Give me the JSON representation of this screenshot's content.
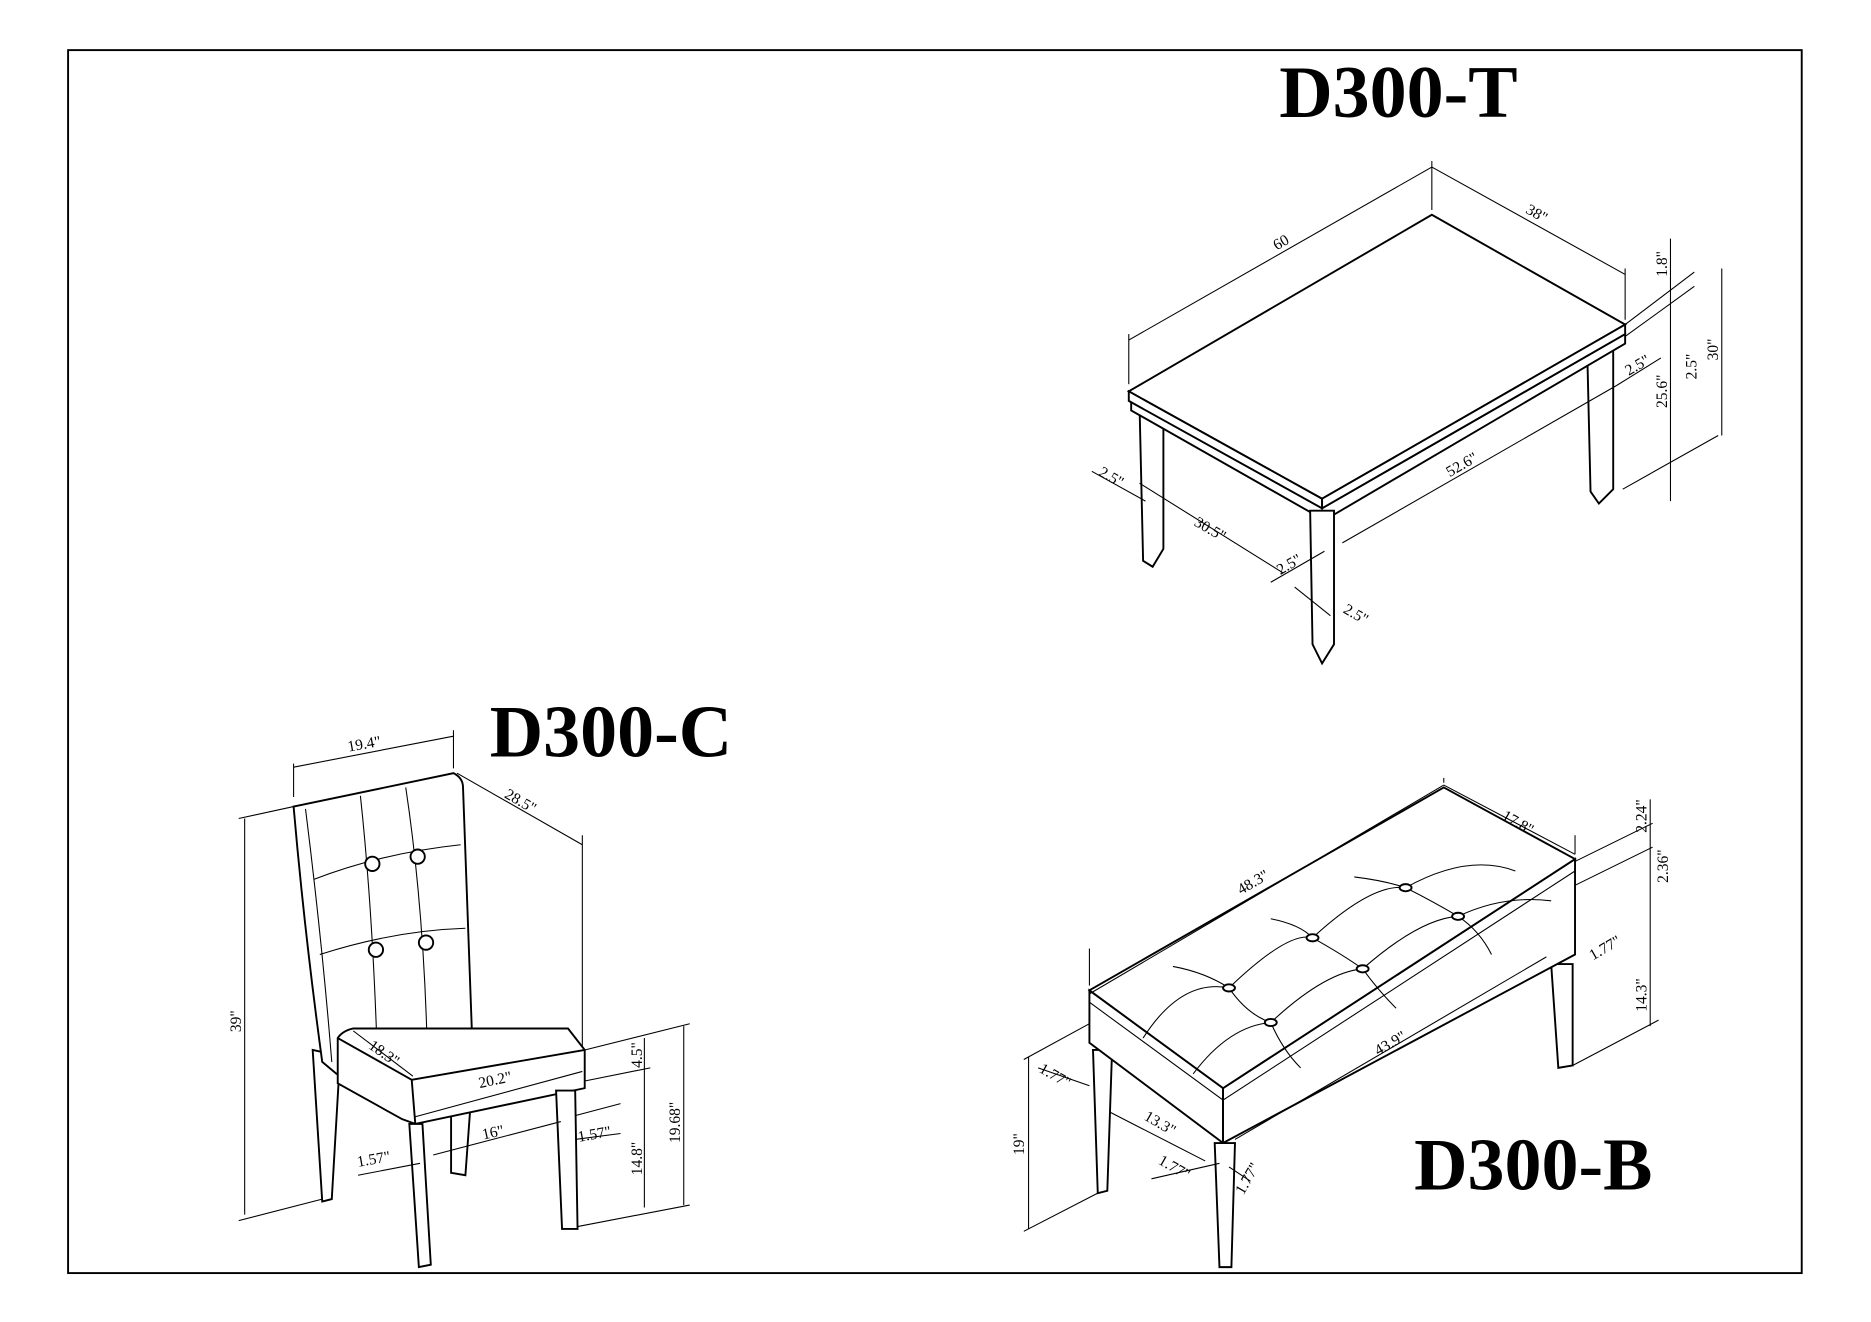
{
  "titles": {
    "table": "D300-T",
    "chair": "D300-C",
    "bench": "D300-B"
  },
  "table_dims": {
    "length": "60",
    "width": "38\"",
    "top_thickness": "1.8\"",
    "apron": "2.5\"",
    "height": "30\"",
    "leg_height": "25.6\"",
    "leg_inset": "2.5\"",
    "leg_span_long": "52.6\"",
    "leg_span_short": "30.5\"",
    "leg_w1": "2.5\"",
    "leg_w2": "2.5\"",
    "leg_w3": "2.5\""
  },
  "chair_dims": {
    "width": "19.4\"",
    "depth": "28.5\"",
    "height": "39\"",
    "seat_depth": "18.3\"",
    "seat_width": "20.2\"",
    "seat_thickness": "4.5\"",
    "seat_height": "19.68\"",
    "leg_height": "14.8\"",
    "leg_span": "16\"",
    "leg_w_right": "1.57\"",
    "leg_w_left": "1.57\""
  },
  "bench_dims": {
    "length": "48.3\"",
    "width": "17.8\"",
    "cushion": "2.24\"",
    "frame": "2.36\"",
    "leg_w_right": "1.77\"",
    "leg_height": "14.3\"",
    "leg_span_long": "43.9\"",
    "leg_w_left": "1.77\"",
    "leg_span_short": "13.3\"",
    "height": "19\"",
    "leg_w_front1": "1.77\"",
    "leg_w_front2": "1.77\""
  }
}
